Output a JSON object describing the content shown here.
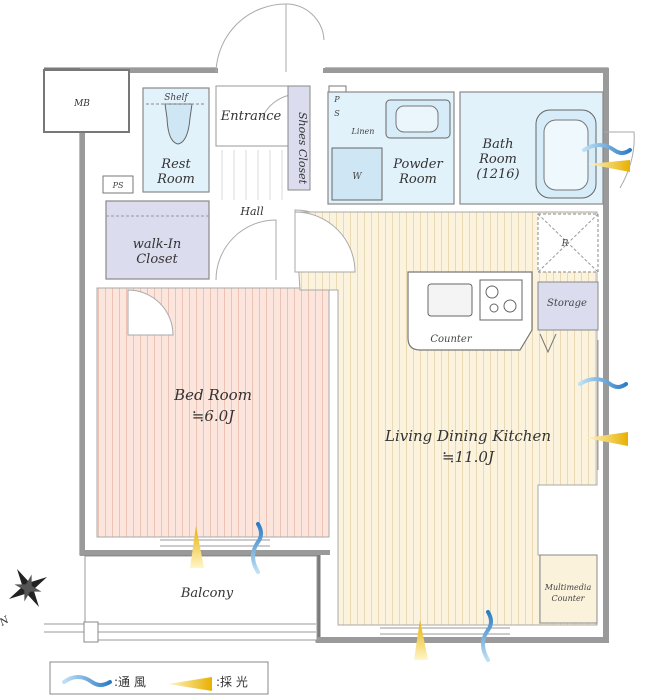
{
  "rooms": {
    "mb": "MB",
    "shelf": "Shelf",
    "rest_room": [
      "Rest",
      "Room"
    ],
    "ps_left": "PS",
    "entrance": "Entrance",
    "shoes_closet": "Shoes Closet",
    "ps_top": [
      "P",
      "S"
    ],
    "linen": "Linen",
    "washer": "W",
    "powder_room": [
      "Powder",
      "Room"
    ],
    "bath_room": [
      "Bath",
      "Room",
      "(1216)"
    ],
    "hall": "Hall",
    "walk_in_closet": [
      "walk-In",
      "Closet"
    ],
    "refrigerator": "R",
    "storage": "Storage",
    "counter": "Counter",
    "bed_room": [
      "Bed Room",
      "≒6.0J"
    ],
    "ldk": [
      "Living Dining Kitchen",
      "≒11.0J"
    ],
    "multimedia_counter": [
      "Multimedia",
      "Counter"
    ],
    "balcony": "Balcony"
  },
  "compass": {
    "north_label": "N"
  },
  "legend": {
    "wind_label": ":通 風",
    "light_label": ":採 光"
  },
  "colors": {
    "wet_area": "#e2f2fb",
    "closet": "#dcdcef",
    "bedroom_floor": "#fbe3da",
    "ldk_floor": "#fbf2dc",
    "wind": "#3a8ed0",
    "light": "#e8b400"
  }
}
